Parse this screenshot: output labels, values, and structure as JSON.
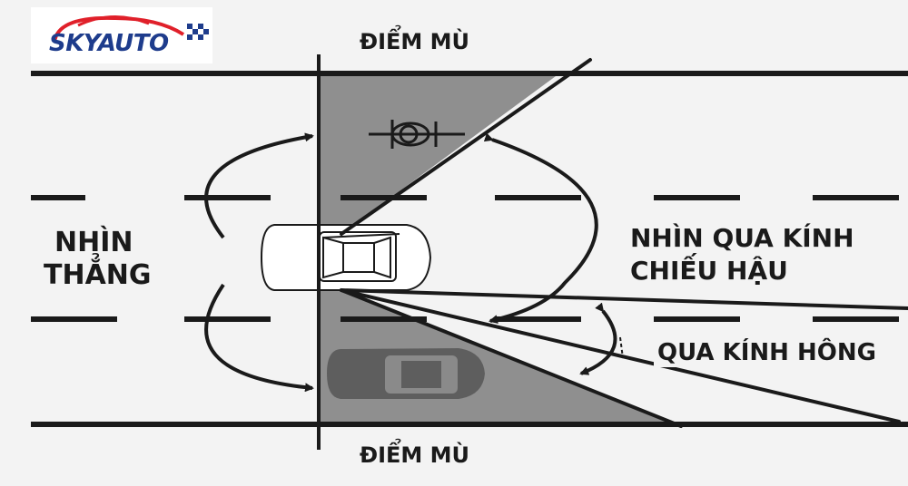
{
  "labels": {
    "blind_spot_top": "ĐIỂM MÙ",
    "blind_spot_bottom": "ĐIỂM MÙ",
    "look_straight_line1": "NHÌN",
    "look_straight_line2": "THẲNG",
    "rearview_line1": "NHÌN QUA KÍNH",
    "rearview_line2": "CHIẾU HẬU",
    "side_mirror": "QUA KÍNH HÔNG"
  },
  "logo": {
    "text": "SKYAUTO",
    "colors": {
      "primary": "#1e3c8c",
      "accent": "#e0202a"
    }
  },
  "colors": {
    "background": "#f3f3f3",
    "lines": "#1a1a1a",
    "blind_zone": "#8f8f8f",
    "vehicle_dark": "#5e5e5e",
    "car_body": "#ffffff"
  }
}
